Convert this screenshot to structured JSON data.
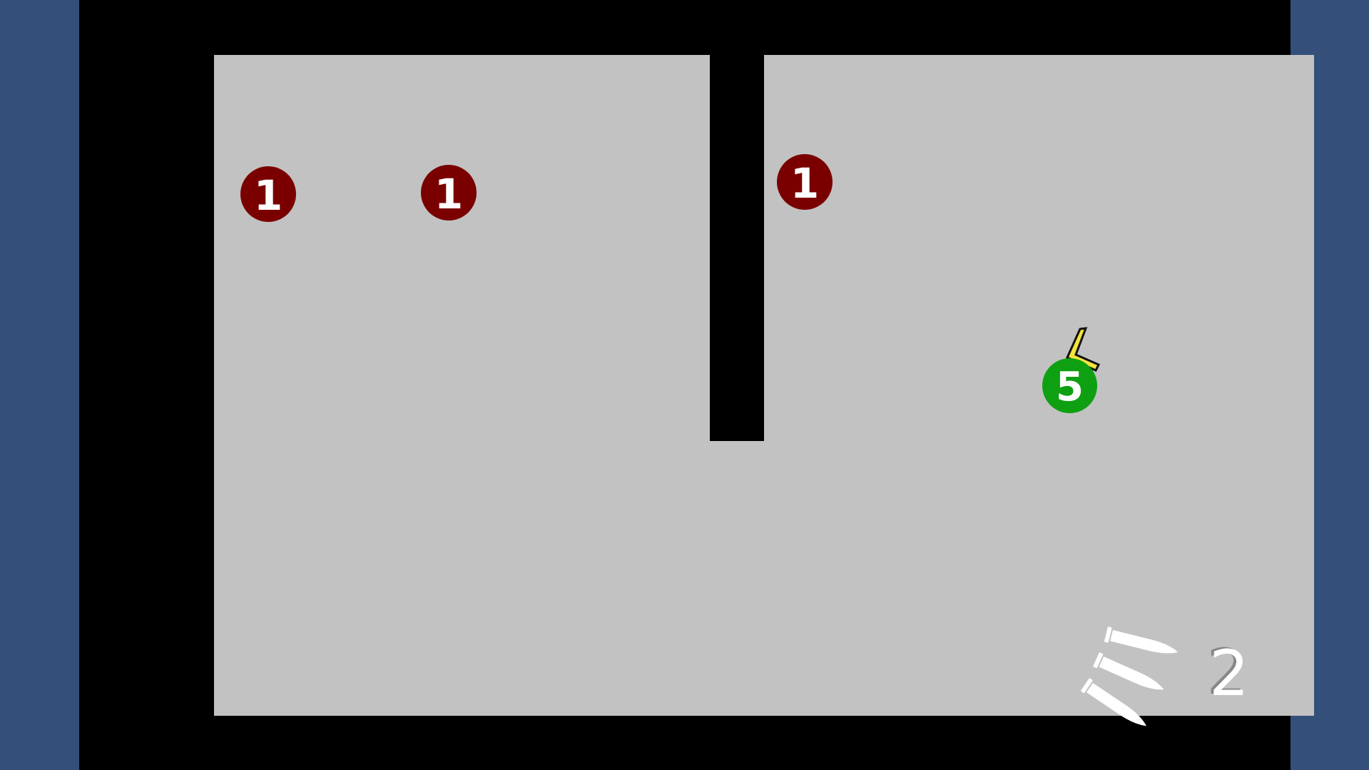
{
  "colors": {
    "background": "#34507a",
    "arena_wall": "#000000",
    "floor": "#c2c2c2",
    "enemy": "#7a0000",
    "player": "#0ea012",
    "aim_arrow": "#f2e43a",
    "hud_text": "#ffffff"
  },
  "enemies": [
    {
      "label": "1"
    },
    {
      "label": "1"
    },
    {
      "label": "1"
    }
  ],
  "player": {
    "label": "5"
  },
  "hud": {
    "ammo_icon": "bullets-icon",
    "ammo_count": "2"
  }
}
